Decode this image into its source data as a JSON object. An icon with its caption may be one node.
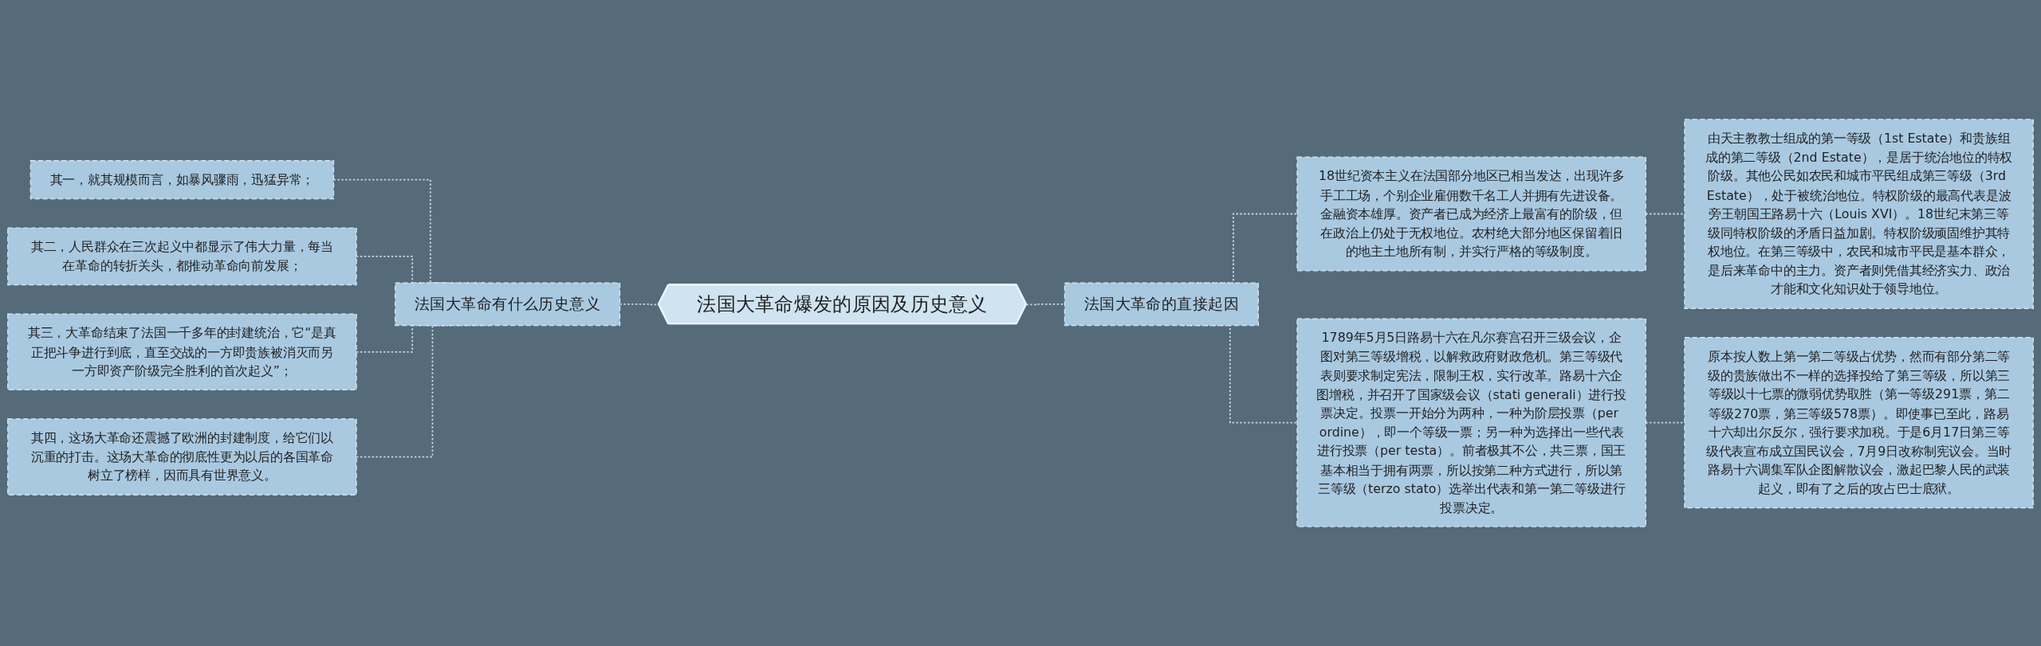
{
  "diagram": {
    "nodes": [
      {
        "text": [
          "法国大革命爆发的原因及历史意义"
        ]
      },
      {
        "text": [
          "法国大革命有什么历史意义"
        ]
      },
      {
        "text": [
          "其一，就其规模而言，如暴风骤雨，迅猛异常；"
        ]
      },
      {
        "text": [
          "其二，人民群众在三次起义中都显示了伟大力量，每当在革命的转折关头，都推动革命向前发展；"
        ]
      },
      {
        "text": [
          "其三，大革命结束了法国一千多年的封建统治，它“是真正把斗争进行到底，直至交战的一方即贵族被消灭而另一方即资产阶级完全胜利的首次起义”；"
        ]
      },
      {
        "text": [
          "其四，这场大革命还震撼了欧洲的封建制度，给它们以沉重的打击。这场大革命的彻底性更为以后的各国革命树立了榜样，因而具有世界意义。"
        ]
      },
      {
        "text": [
          "法国大革命的直接起因"
        ]
      },
      {
        "text": [
          "18世纪资本主义在法国部分地区已相当发达，出现许多手工工场，个别企业雇佣数千名工人并拥有先进设备。金融资本雄厚。资产者已成为经济上最富有的阶级，但在政治上仍处于无权地位。农村绝大部分地区保留着旧的地主土地所有制，并实行严格的等级制度。"
        ]
      },
      {
        "text": [
          "由天主教教士组成的第一等级（1st Estate）和贵族组成的第二等级（2nd Estate），是居于统治地位的特权阶级。其他公民如农民和城市平民组成第三等级（3rd Estate），处于被统治地位。特权阶级的最高代表是波旁王朝国王路易十六（Louis XVI）。18世纪末第三等级同特权阶级的矛盾日益加剧。特权阶级顽固维护其特权地位。在第三等级中，农民和城市平民是基本群众，是后来革命中的主力。资产者则凭借其经济实力、政治才能和文化知识处于领导地位。"
        ]
      },
      {
        "text": [
          "1789年5月5日路易十六在凡尔赛宫召开三级会议，企图对第三等级增税，以解救政府财政危机。第三等级代表则要求制定宪法，限制王权，实行改革。路易十六企图增税，并召开了国家级会议（stati generali）进行投票决定。投票一开始分为两种，一种为阶层投票（per ordine），即一个等级一票；另一种为选择出一些代表进行投票（per testa）。前者极其不公，共三票，国王基本相当于拥有两票，所以按第二种方式进行，所以第三等级（terzo stato）选举出代表和第一第二等级进行投票决定。"
        ]
      },
      {
        "text": [
          "原本按人数上第一第二等级占优势，然而有部分第二等级的贵族做出不一样的选择投给了第三等级，所以第三等级以十七票的微弱优势取胜（第一等级291票，第二等级270票，第三等级578票）。即使事已至此，路易十六却出尔反尔，强行要求加税。于是6月17日第三等级代表宣布成立国民议会，7月9日改称制宪议会。当时路易十六调集军队企图解散议会，激起巴黎人民的武装起义，即有了之后的攻占巴士底狱。"
        ]
      }
    ],
    "edges": [
      {
        "from": 2,
        "to": 1,
        "arrow": "none",
        "style": "dashed"
      },
      {
        "from": 3,
        "to": 1,
        "arrow": "none",
        "style": "dashed"
      },
      {
        "from": 4,
        "to": 1,
        "arrow": "none",
        "style": "dashed"
      },
      {
        "from": 5,
        "to": 1,
        "arrow": "none",
        "style": "dashed"
      },
      {
        "from": 1,
        "to": 0,
        "arrow": "none",
        "style": "dashed"
      },
      {
        "from": 0,
        "to": 6,
        "arrow": "none",
        "style": "dashed"
      },
      {
        "from": 6,
        "to": 7,
        "arrow": "none",
        "style": "dashed"
      },
      {
        "from": 6,
        "to": 9,
        "arrow": "none",
        "style": "dashed"
      },
      {
        "from": 7,
        "to": 8,
        "arrow": "none",
        "style": "dashed"
      },
      {
        "from": 9,
        "to": 10,
        "arrow": "none",
        "style": "dashed"
      }
    ]
  }
}
